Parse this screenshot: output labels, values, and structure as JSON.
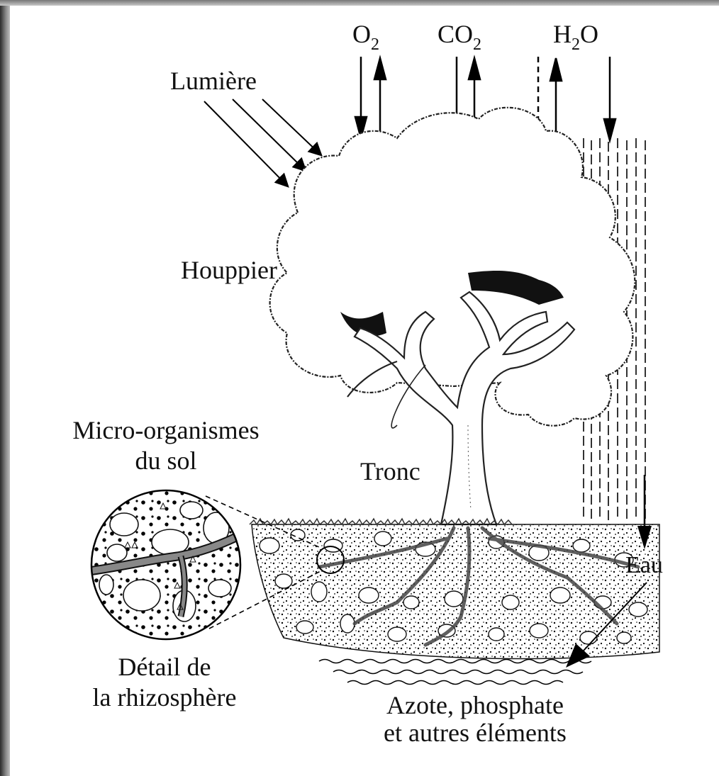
{
  "labels": {
    "light": "Lumière",
    "oxygen": "O",
    "oxygen_sub": "2",
    "carbon_dioxide": "CO",
    "carbon_dioxide_sub": "2",
    "water_vapor_h": "H",
    "water_vapor_sub": "2",
    "water_vapor_o": "O",
    "crown": "Houppier",
    "trunk": "Tronc",
    "microorganisms_line1": "Micro-organismes",
    "microorganisms_line2": "du sol",
    "rhizosphere_line1": "Détail de",
    "rhizosphere_line2": "la rhizosphère",
    "water": "Eau",
    "nutrients_line1": "Azote, phosphate",
    "nutrients_line2": "et autres éléments"
  }
}
